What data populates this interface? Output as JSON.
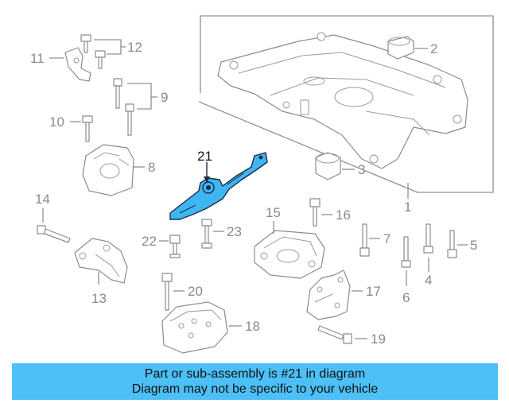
{
  "callouts": {
    "c1": "1",
    "c2": "2",
    "c3": "3",
    "c4": "4",
    "c5": "5",
    "c6": "6",
    "c7": "7",
    "c8": "8",
    "c9": "9",
    "c10": "10",
    "c11": "11",
    "c12": "12",
    "c13": "13",
    "c14": "14",
    "c15": "15",
    "c16": "16",
    "c17": "17",
    "c18": "18",
    "c19": "19",
    "c20": "20",
    "c21": "21",
    "c22": "22",
    "c23": "23"
  },
  "highlighted_part": "21",
  "colors": {
    "highlight": "#3fb6f1",
    "banner": "#4cc0f7",
    "lines": "#909090"
  },
  "banner": {
    "line1": "Part or sub-assembly is #21 in diagram",
    "line2": "Diagram may not be specific to your vehicle"
  }
}
